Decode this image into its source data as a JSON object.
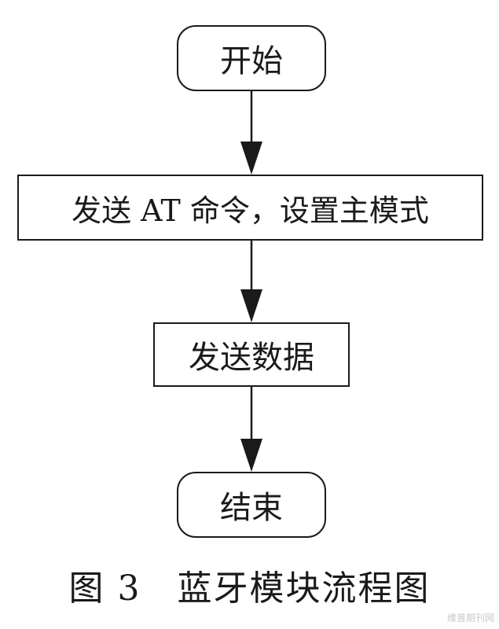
{
  "flowchart": {
    "start": "开始",
    "step1": "发送 AT 命令，设置主模式",
    "step2": "发送数据",
    "end": "结束"
  },
  "caption": "图 3　蓝牙模块流程图",
  "watermark": "维普期刊网"
}
